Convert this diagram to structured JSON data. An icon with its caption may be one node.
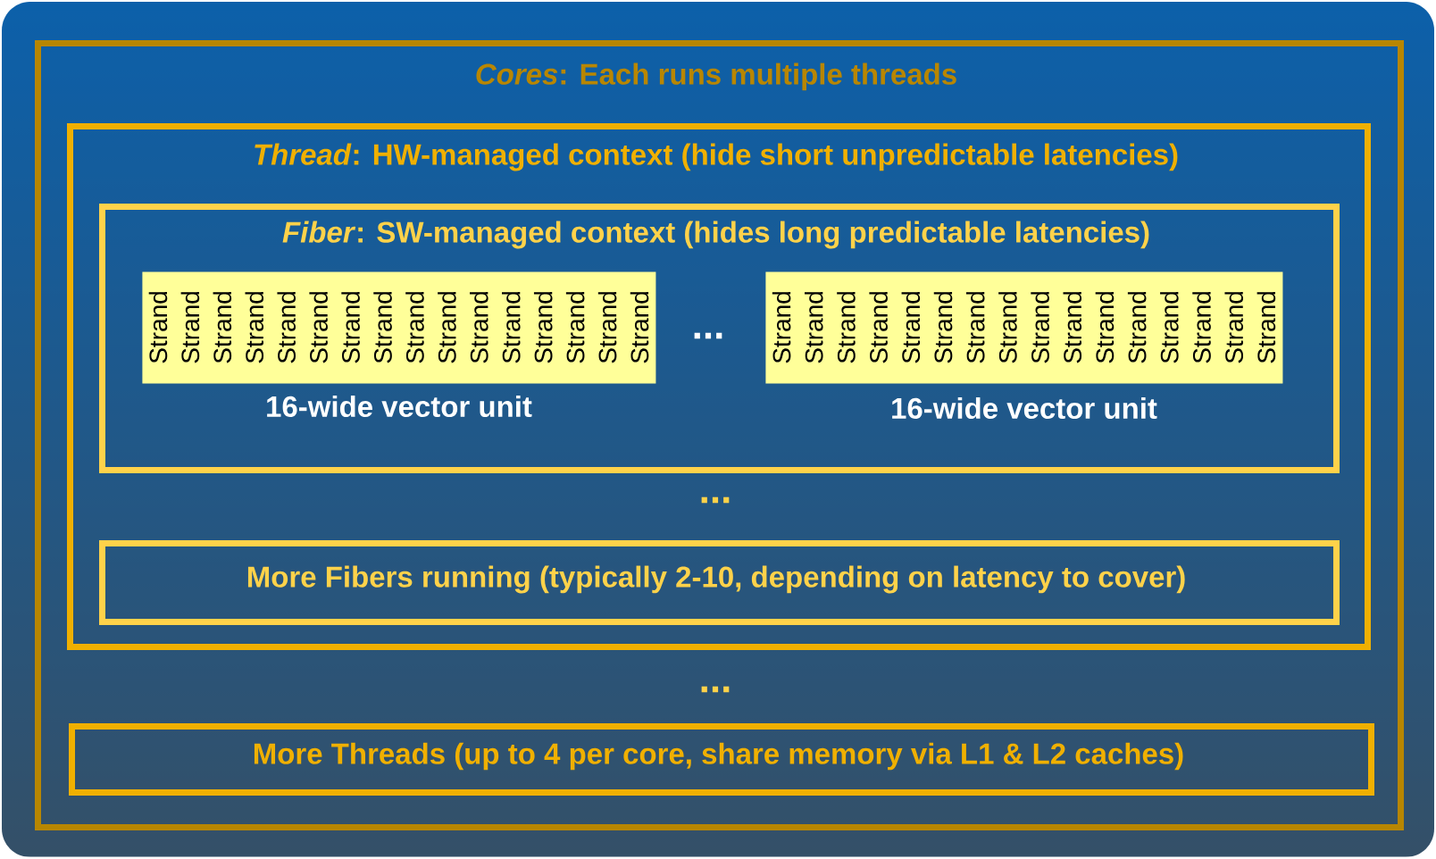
{
  "diagram": {
    "nodes": [
      {
        "text": [
          "*Cores*: Each runs multiple threads"
        ]
      },
      {
        "text": [
          "*Thread*: HW-managed context (hide short unpredictable latencies)"
        ],
        "in": 0
      },
      {
        "text": [
          "*Fiber*: SW-managed context (hides long predictable latencies)"
        ],
        "in": 1
      },
      {
        "text": [
          "Strand",
          "Strand",
          "Strand",
          "Strand",
          "Strand",
          "Strand",
          "Strand",
          "Strand",
          "Strand",
          "Strand",
          "Strand",
          "Strand",
          "Strand",
          "Strand",
          "Strand",
          "Strand",
          "16-wide vector unit"
        ],
        "in": 2
      },
      {
        "text": [
          "Strand",
          "Strand",
          "Strand",
          "Strand",
          "Strand",
          "Strand",
          "Strand",
          "Strand",
          "Strand",
          "Strand",
          "Strand",
          "Strand",
          "Strand",
          "Strand",
          "Strand",
          "Strand",
          "16-wide vector unit"
        ],
        "in": 2
      },
      {
        "text": [
          "More Fibers running (typically 2-10, depending on latency to cover)"
        ],
        "in": 1
      },
      {
        "text": [
          "More Threads (up to 4 per core, share memory via L1 & L2 caches)"
        ],
        "in": 0
      }
    ],
    "labels": [
      "...",
      "...",
      "..."
    ]
  }
}
